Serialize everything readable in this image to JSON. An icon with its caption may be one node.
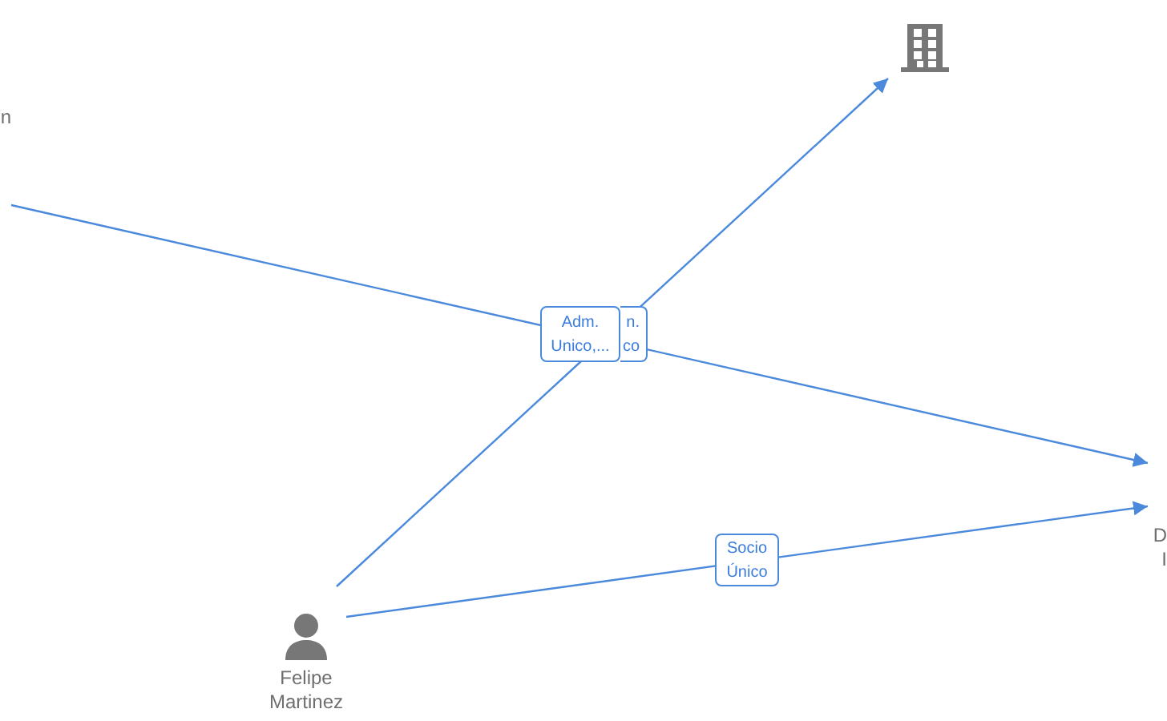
{
  "diagram": {
    "nodes": [
      {
        "text": [],
        "shape": "building"
      },
      {
        "text": [
          "n"
        ]
      },
      {
        "text": [
          "D I"
        ]
      },
      {
        "text": [
          "Felipe Martinez"
        ]
      }
    ],
    "edges": [
      {
        "from": 1,
        "to": 2,
        "arrow": "to",
        "label": "Adm. Unico,..."
      },
      {
        "from": 3,
        "to": 0,
        "arrow": "to",
        "label": "n. co"
      },
      {
        "from": 3,
        "to": 2,
        "arrow": "to",
        "label": "Socio Único"
      }
    ]
  }
}
